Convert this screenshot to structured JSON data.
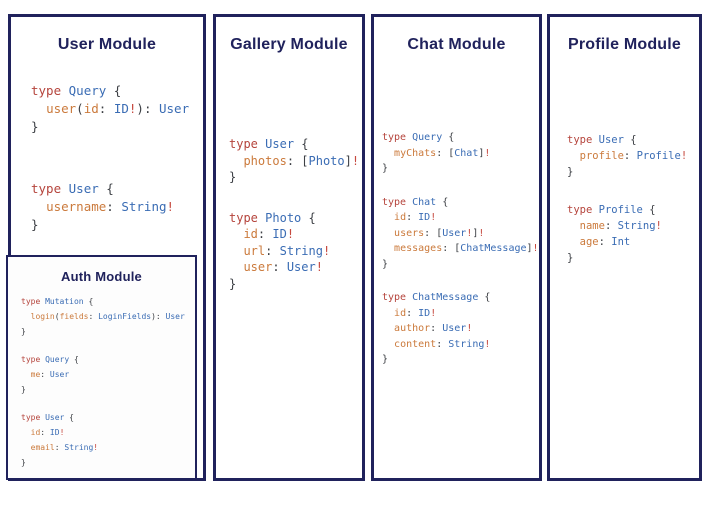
{
  "colors": {
    "navy": "#20225c",
    "keyword": "#b5443c",
    "typename": "#3a6cb4",
    "field": "#cb7a3c",
    "bang": "#c6493f",
    "punct": "#3c3f44"
  },
  "panels": {
    "user": {
      "title": "User Module",
      "blocks": [
        [
          [
            [
              "k",
              "type"
            ],
            [
              "p",
              " "
            ],
            [
              "t",
              "Query"
            ],
            [
              "p",
              " {"
            ]
          ],
          [
            [
              "p",
              "  "
            ],
            [
              "f",
              "user"
            ],
            [
              "p",
              "("
            ],
            [
              "f",
              "id"
            ],
            [
              "p",
              ": "
            ],
            [
              "t",
              "ID"
            ],
            [
              "b",
              "!"
            ],
            [
              "p",
              "): "
            ],
            [
              "t",
              "User"
            ]
          ],
          [
            [
              "p",
              "}"
            ]
          ]
        ],
        [
          [
            [
              "k",
              "type"
            ],
            [
              "p",
              " "
            ],
            [
              "t",
              "User"
            ],
            [
              "p",
              " {"
            ]
          ],
          [
            [
              "p",
              "  "
            ],
            [
              "f",
              "username"
            ],
            [
              "p",
              ": "
            ],
            [
              "t",
              "String"
            ],
            [
              "b",
              "!"
            ]
          ],
          [
            [
              "p",
              "}"
            ]
          ]
        ]
      ]
    },
    "auth": {
      "title": "Auth Module",
      "blocks": [
        [
          [
            [
              "k",
              "type"
            ],
            [
              "p",
              " "
            ],
            [
              "t",
              "Mutation"
            ],
            [
              "p",
              " {"
            ]
          ],
          [
            [
              "p",
              "  "
            ],
            [
              "f",
              "login"
            ],
            [
              "p",
              "("
            ],
            [
              "f",
              "fields"
            ],
            [
              "p",
              ": "
            ],
            [
              "t",
              "LoginFields"
            ],
            [
              "p",
              "): "
            ],
            [
              "t",
              "User"
            ]
          ],
          [
            [
              "p",
              "}"
            ]
          ]
        ],
        [
          [
            [
              "k",
              "type"
            ],
            [
              "p",
              " "
            ],
            [
              "t",
              "Query"
            ],
            [
              "p",
              " {"
            ]
          ],
          [
            [
              "p",
              "  "
            ],
            [
              "f",
              "me"
            ],
            [
              "p",
              ": "
            ],
            [
              "t",
              "User"
            ]
          ],
          [
            [
              "p",
              "}"
            ]
          ]
        ],
        [
          [
            [
              "k",
              "type"
            ],
            [
              "p",
              " "
            ],
            [
              "t",
              "User"
            ],
            [
              "p",
              " {"
            ]
          ],
          [
            [
              "p",
              "  "
            ],
            [
              "f",
              "id"
            ],
            [
              "p",
              ": "
            ],
            [
              "t",
              "ID"
            ],
            [
              "b",
              "!"
            ]
          ],
          [
            [
              "p",
              "  "
            ],
            [
              "f",
              "email"
            ],
            [
              "p",
              ": "
            ],
            [
              "t",
              "String"
            ],
            [
              "b",
              "!"
            ]
          ],
          [
            [
              "p",
              "}"
            ]
          ]
        ]
      ]
    },
    "gallery": {
      "title": "Gallery Module",
      "blocks": [
        [
          [
            [
              "k",
              "type"
            ],
            [
              "p",
              " "
            ],
            [
              "t",
              "User"
            ],
            [
              "p",
              " {"
            ]
          ],
          [
            [
              "p",
              "  "
            ],
            [
              "f",
              "photos"
            ],
            [
              "p",
              ": ["
            ],
            [
              "t",
              "Photo"
            ],
            [
              "p",
              "]"
            ],
            [
              "b",
              "!"
            ]
          ],
          [
            [
              "p",
              "}"
            ]
          ]
        ],
        [
          [
            [
              "k",
              "type"
            ],
            [
              "p",
              " "
            ],
            [
              "t",
              "Photo"
            ],
            [
              "p",
              " {"
            ]
          ],
          [
            [
              "p",
              "  "
            ],
            [
              "f",
              "id"
            ],
            [
              "p",
              ": "
            ],
            [
              "t",
              "ID"
            ],
            [
              "b",
              "!"
            ]
          ],
          [
            [
              "p",
              "  "
            ],
            [
              "f",
              "url"
            ],
            [
              "p",
              ": "
            ],
            [
              "t",
              "String"
            ],
            [
              "b",
              "!"
            ]
          ],
          [
            [
              "p",
              "  "
            ],
            [
              "f",
              "user"
            ],
            [
              "p",
              ": "
            ],
            [
              "t",
              "User"
            ],
            [
              "b",
              "!"
            ]
          ],
          [
            [
              "p",
              "}"
            ]
          ]
        ]
      ]
    },
    "chat": {
      "title": "Chat Module",
      "blocks": [
        [
          [
            [
              "k",
              "type"
            ],
            [
              "p",
              " "
            ],
            [
              "t",
              "Query"
            ],
            [
              "p",
              " {"
            ]
          ],
          [
            [
              "p",
              "  "
            ],
            [
              "f",
              "myChats"
            ],
            [
              "p",
              ": ["
            ],
            [
              "t",
              "Chat"
            ],
            [
              "p",
              "]"
            ],
            [
              "b",
              "!"
            ]
          ],
          [
            [
              "p",
              "}"
            ]
          ]
        ],
        [
          [
            [
              "k",
              "type"
            ],
            [
              "p",
              " "
            ],
            [
              "t",
              "Chat"
            ],
            [
              "p",
              " {"
            ]
          ],
          [
            [
              "p",
              "  "
            ],
            [
              "f",
              "id"
            ],
            [
              "p",
              ": "
            ],
            [
              "t",
              "ID"
            ],
            [
              "b",
              "!"
            ]
          ],
          [
            [
              "p",
              "  "
            ],
            [
              "f",
              "users"
            ],
            [
              "p",
              ": ["
            ],
            [
              "t",
              "User"
            ],
            [
              "b",
              "!"
            ],
            [
              "p",
              "]"
            ],
            [
              "b",
              "!"
            ]
          ],
          [
            [
              "p",
              "  "
            ],
            [
              "f",
              "messages"
            ],
            [
              "p",
              ": ["
            ],
            [
              "t",
              "ChatMessage"
            ],
            [
              "p",
              "]"
            ],
            [
              "b",
              "!"
            ]
          ],
          [
            [
              "p",
              "}"
            ]
          ]
        ],
        [
          [
            [
              "k",
              "type"
            ],
            [
              "p",
              " "
            ],
            [
              "t",
              "ChatMessage"
            ],
            [
              "p",
              " {"
            ]
          ],
          [
            [
              "p",
              "  "
            ],
            [
              "f",
              "id"
            ],
            [
              "p",
              ": "
            ],
            [
              "t",
              "ID"
            ],
            [
              "b",
              "!"
            ]
          ],
          [
            [
              "p",
              "  "
            ],
            [
              "f",
              "author"
            ],
            [
              "p",
              ": "
            ],
            [
              "t",
              "User"
            ],
            [
              "b",
              "!"
            ]
          ],
          [
            [
              "p",
              "  "
            ],
            [
              "f",
              "content"
            ],
            [
              "p",
              ": "
            ],
            [
              "t",
              "String"
            ],
            [
              "b",
              "!"
            ]
          ],
          [
            [
              "p",
              "}"
            ]
          ]
        ]
      ]
    },
    "profile": {
      "title": "Profile Module",
      "blocks": [
        [
          [
            [
              "k",
              "type"
            ],
            [
              "p",
              " "
            ],
            [
              "t",
              "User"
            ],
            [
              "p",
              " {"
            ]
          ],
          [
            [
              "p",
              "  "
            ],
            [
              "f",
              "profile"
            ],
            [
              "p",
              ": "
            ],
            [
              "t",
              "Profile"
            ],
            [
              "b",
              "!"
            ]
          ],
          [
            [
              "p",
              "}"
            ]
          ]
        ],
        [
          [
            [
              "k",
              "type"
            ],
            [
              "p",
              " "
            ],
            [
              "t",
              "Profile"
            ],
            [
              "p",
              " {"
            ]
          ],
          [
            [
              "p",
              "  "
            ],
            [
              "f",
              "name"
            ],
            [
              "p",
              ": "
            ],
            [
              "t",
              "String"
            ],
            [
              "b",
              "!"
            ]
          ],
          [
            [
              "p",
              "  "
            ],
            [
              "f",
              "age"
            ],
            [
              "p",
              ": "
            ],
            [
              "t",
              "Int"
            ]
          ],
          [
            [
              "p",
              "}"
            ]
          ]
        ]
      ]
    }
  }
}
